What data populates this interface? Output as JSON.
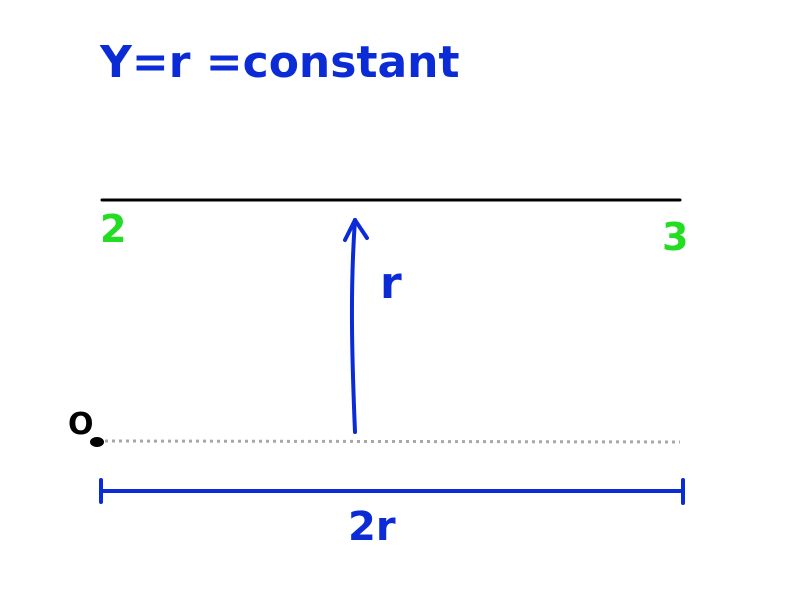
{
  "title_equation": "Y=r =constant",
  "labels": {
    "point_2": "2",
    "point_3": "3",
    "origin": "O",
    "radius": "r",
    "width": "2r"
  },
  "colors": {
    "blue": "#0b2bd6",
    "green": "#22dd22",
    "black": "#000000",
    "dotted_gray": "#a8a8a8"
  }
}
